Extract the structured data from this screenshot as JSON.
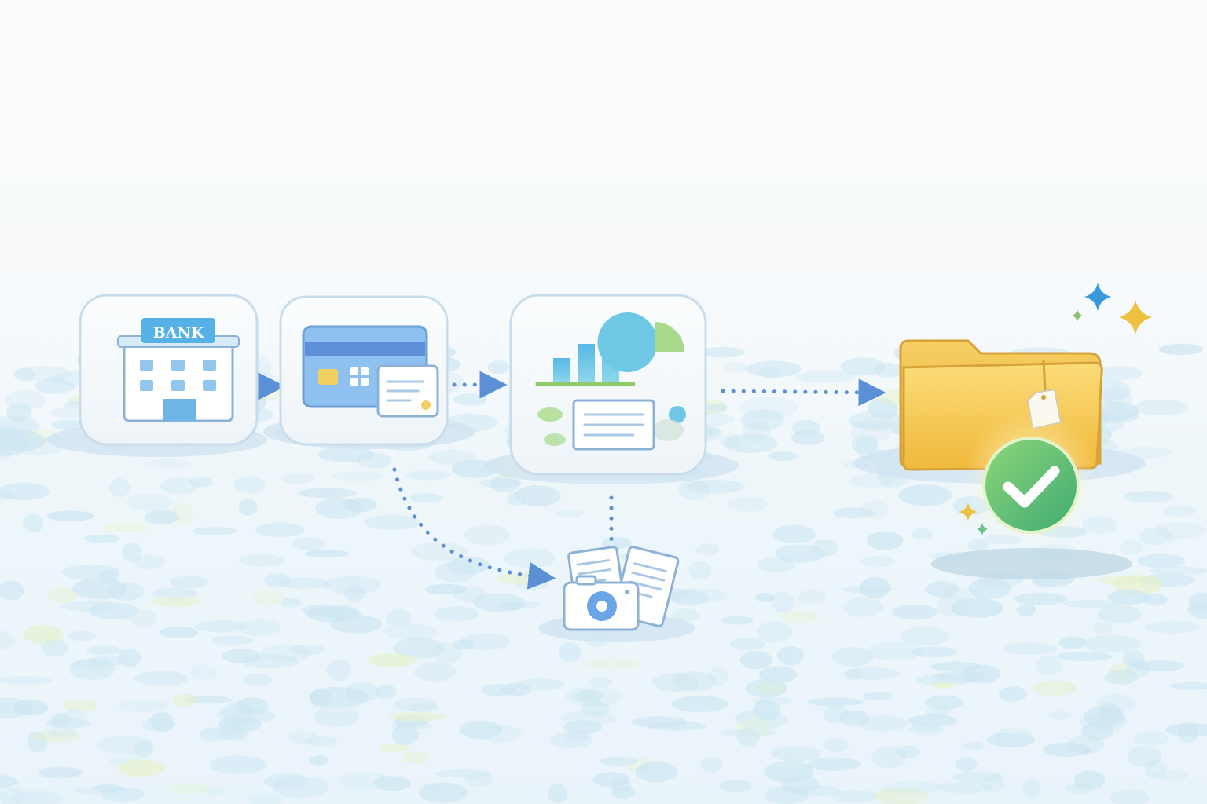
{
  "diagram": {
    "bank_sign": "BANK",
    "colors": {
      "flow_arrow": "#5b8fd6",
      "bank_blue": "#4fa7e0",
      "card_blue": "#6aa6e6",
      "folder_gold": "#f2c04a",
      "check_green": "#5cbf6a",
      "sparkle_blue": "#3a9ad9",
      "sparkle_gold": "#f0c040"
    },
    "nodes": [
      {
        "id": "bank",
        "icon": "bank-building-icon"
      },
      {
        "id": "card",
        "icon": "credit-card-icon"
      },
      {
        "id": "report",
        "icon": "charts-report-icon"
      },
      {
        "id": "receipts",
        "icon": "camera-receipts-icon"
      },
      {
        "id": "folder",
        "icon": "tagged-folder-icon"
      },
      {
        "id": "check",
        "icon": "checkmark-icon"
      }
    ]
  }
}
